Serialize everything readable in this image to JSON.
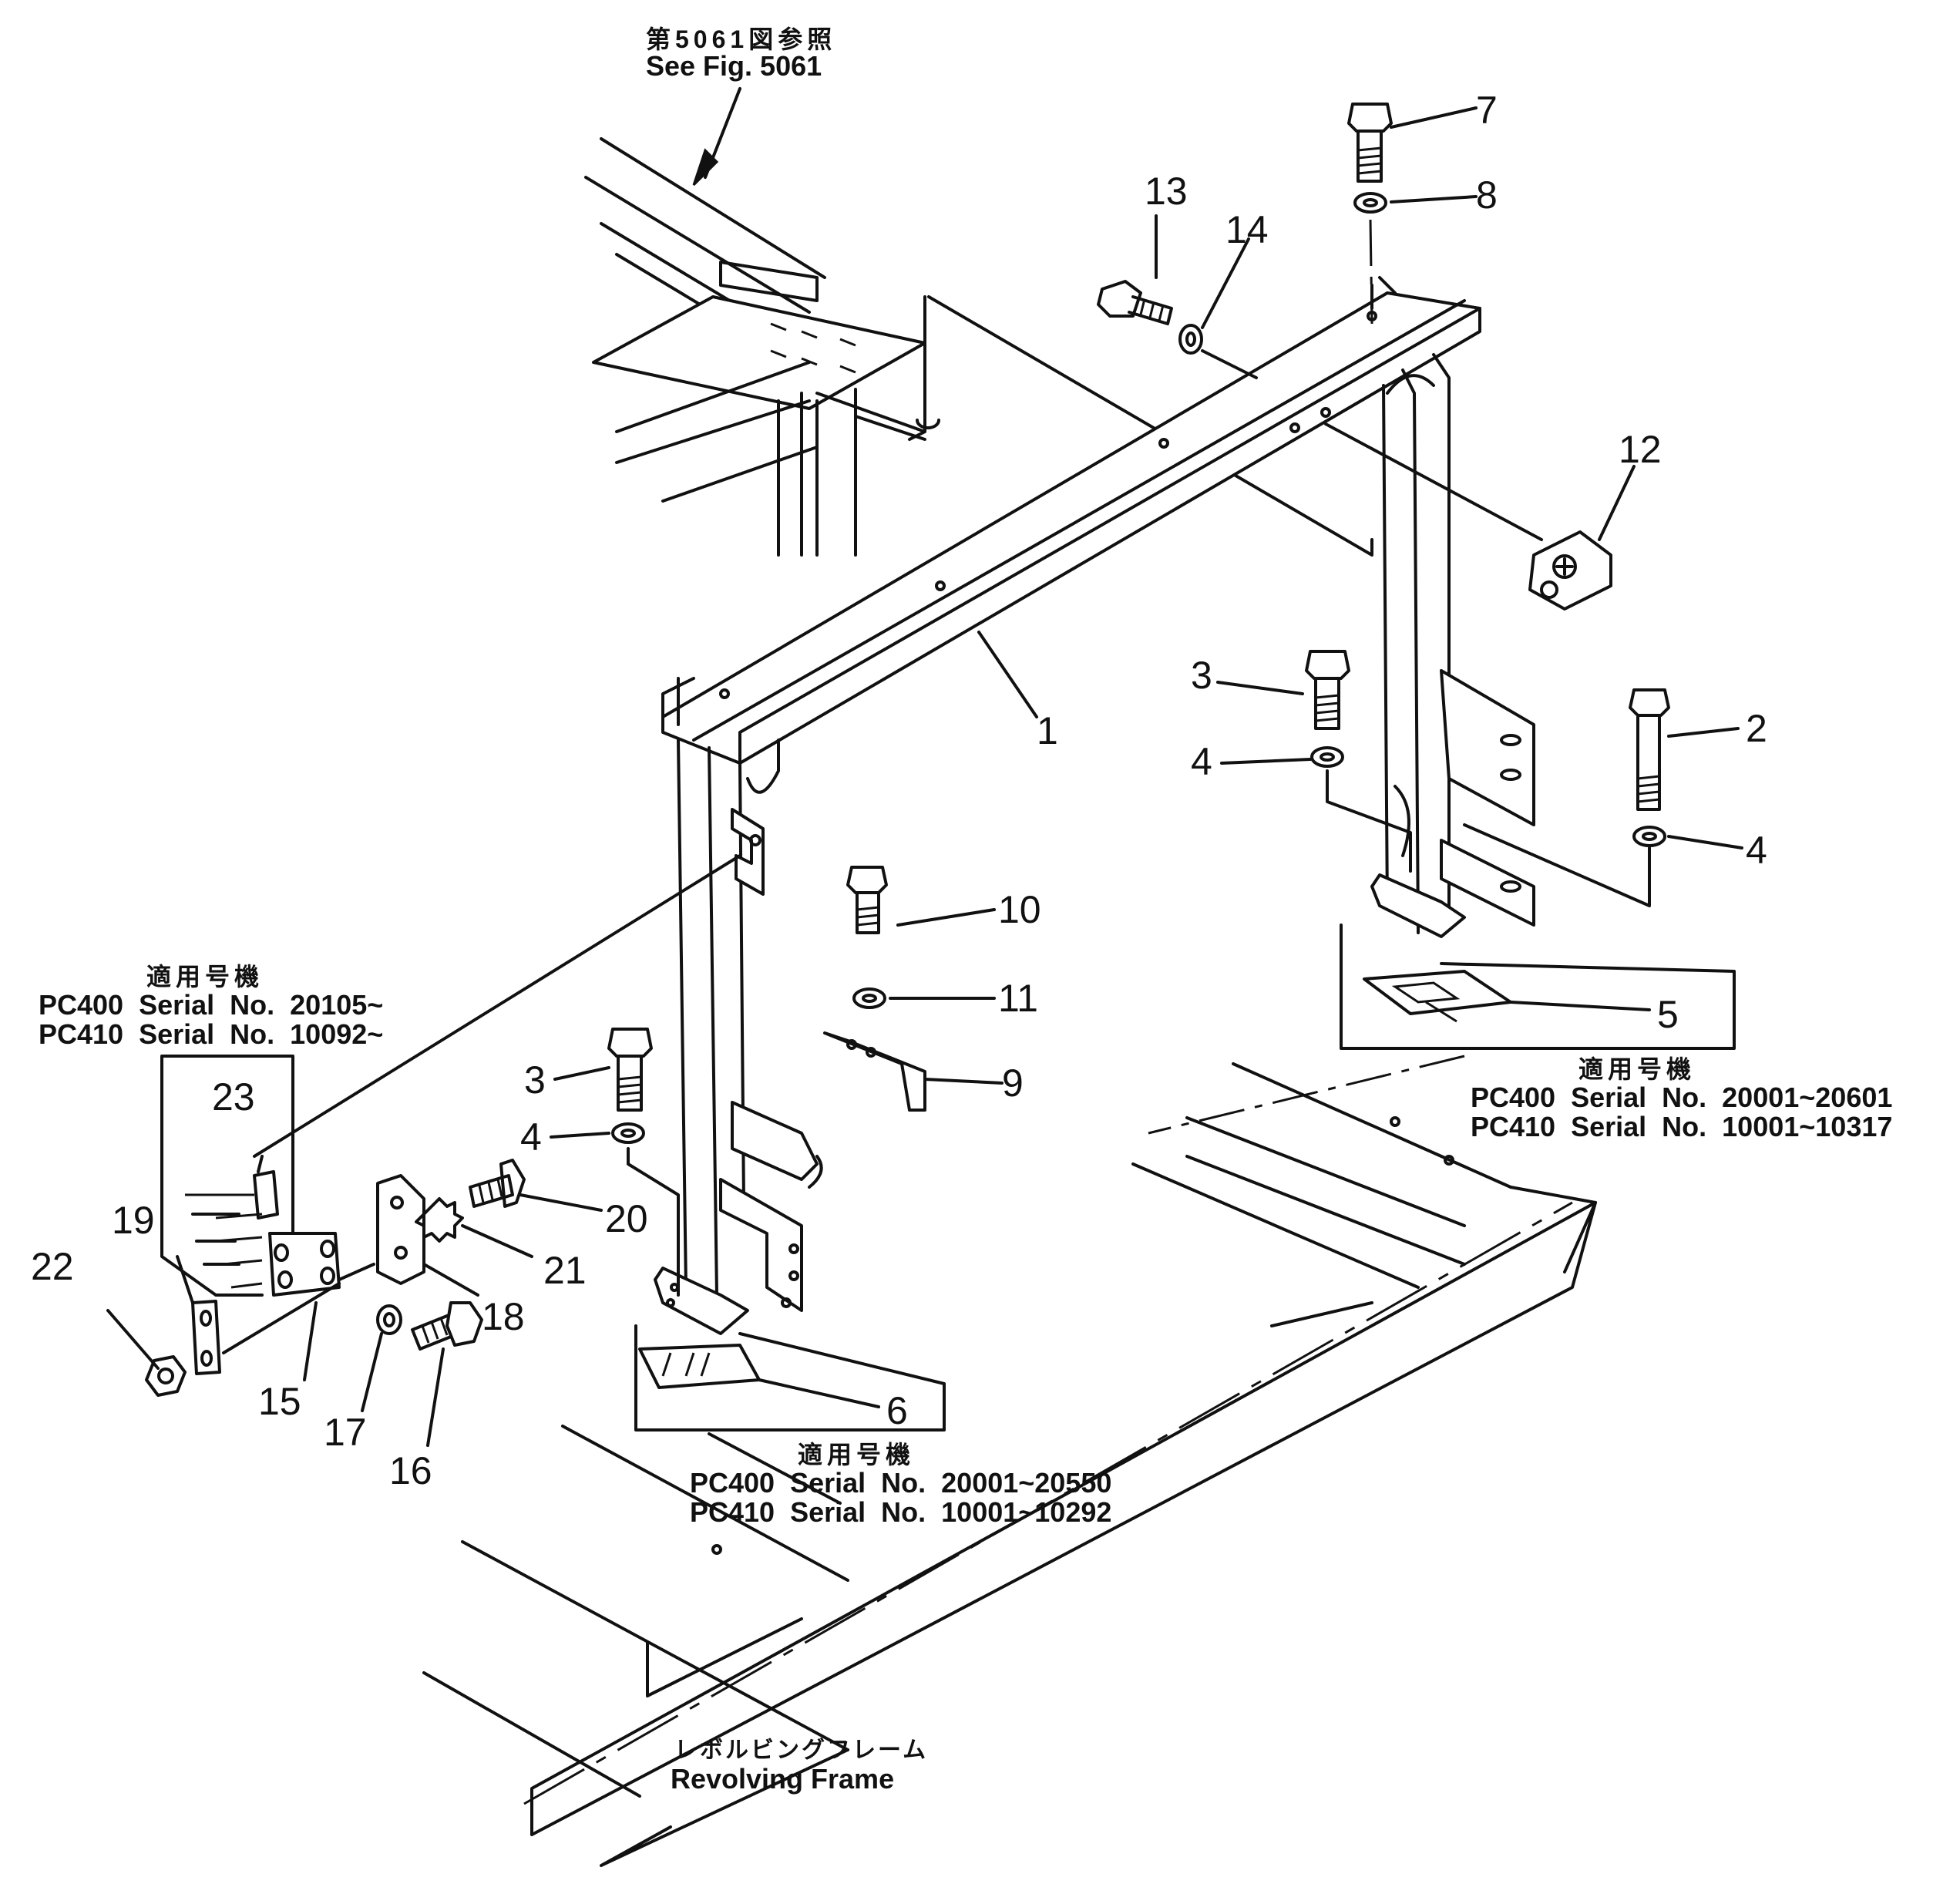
{
  "top_ref": {
    "jp": "第5061図参照",
    "en": "See Fig. 5061"
  },
  "frame_label": {
    "jp": "レボルビングフレーム",
    "en": "Revolving Frame"
  },
  "notes": {
    "left": {
      "jp": "適用号機",
      "line1": "PC400  Serial  No.  20105~",
      "line2": "PC410  Serial  No.  10092~"
    },
    "bottom": {
      "jp": "適用号機",
      "line1": "PC400  Serial  No.  20001~20550",
      "line2": "PC410  Serial  No.  10001~10292"
    },
    "right": {
      "jp": "適用号機",
      "line1": "PC400  Serial  No.  20001~20601",
      "line2": "PC410  Serial  No.  10001~10317"
    }
  },
  "callouts": {
    "c1": "1",
    "c2": "2",
    "c3a": "3",
    "c3b": "3",
    "c4a": "4",
    "c4b": "4",
    "c4c": "4",
    "c5": "5",
    "c6": "6",
    "c7": "7",
    "c8": "8",
    "c9": "9",
    "c10": "10",
    "c11": "11",
    "c12": "12",
    "c13": "13",
    "c14": "14",
    "c15": "15",
    "c16": "16",
    "c17": "17",
    "c18": "18",
    "c19": "19",
    "c20": "20",
    "c21": "21",
    "c22": "22",
    "c23": "23"
  }
}
